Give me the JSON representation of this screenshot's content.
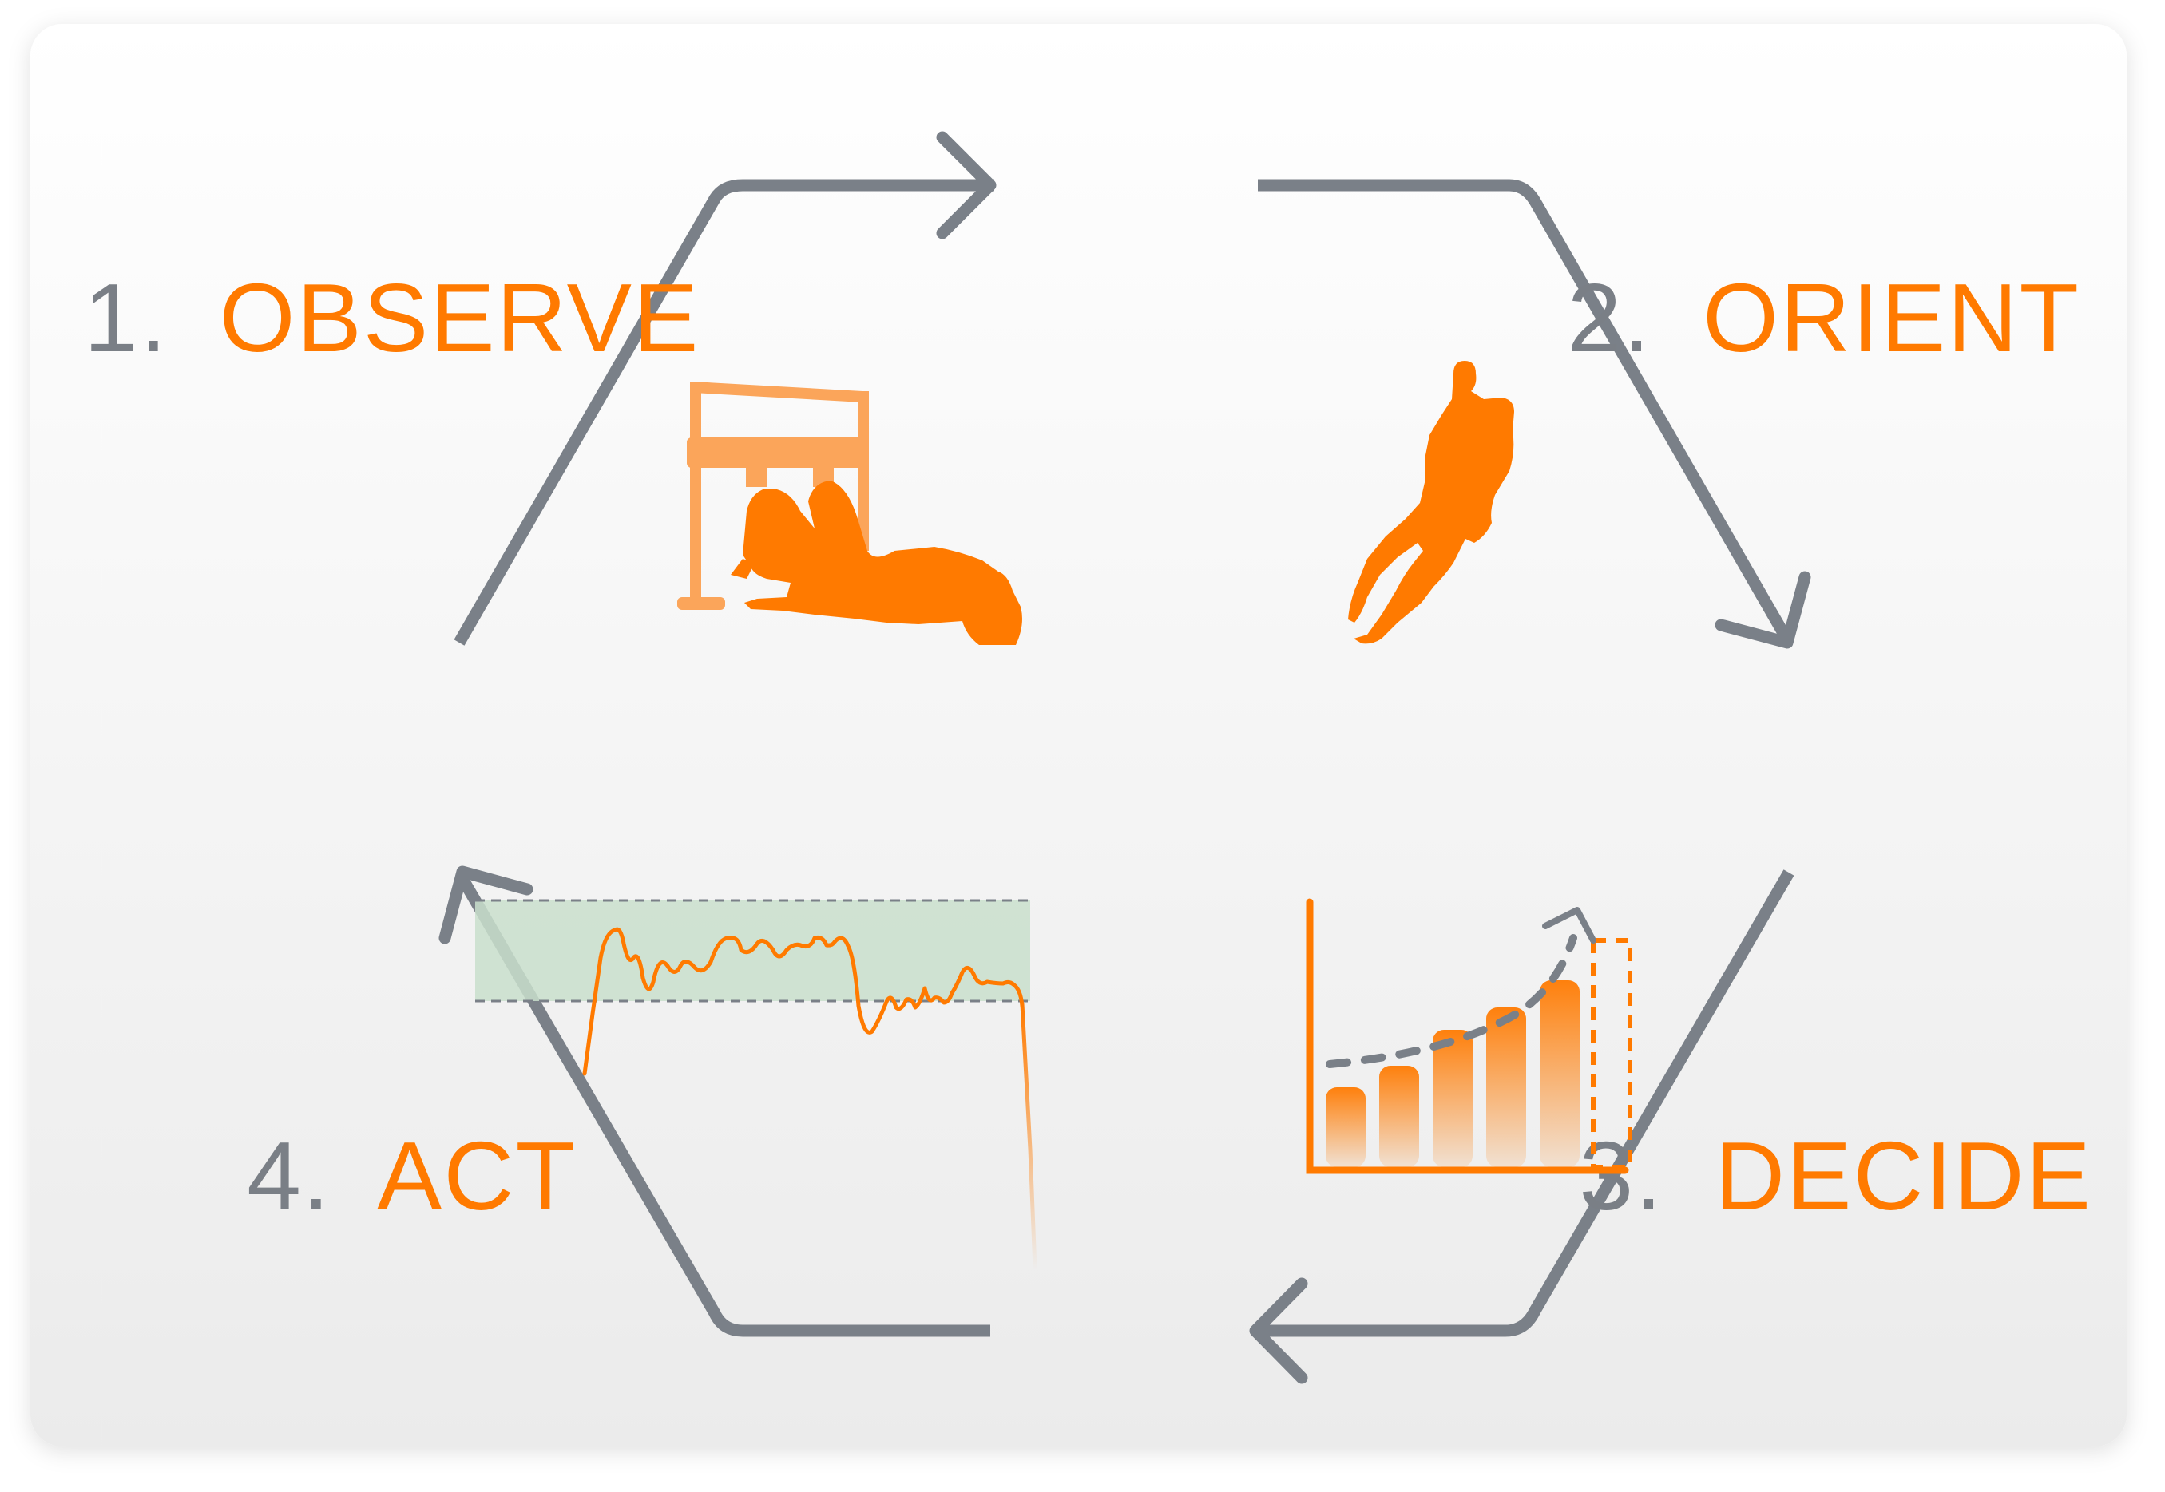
{
  "colors": {
    "accent": "#FF7A00",
    "accent_light": "#FBA55A",
    "arrow_gray": "#7A8088",
    "number_gray": "#7A7F86",
    "band_green": "#C9DFCD",
    "card_top": "#FFFFFF",
    "card_bottom": "#EBEBEB"
  },
  "steps": [
    {
      "number": "1.",
      "name": "OBSERVE",
      "icon": "person-climbing-hurdle-icon"
    },
    {
      "number": "2.",
      "name": "ORIENT",
      "icon": "person-jumping-icon"
    },
    {
      "number": "3.",
      "name": "DECIDE",
      "icon": "rising-bar-chart-icon"
    },
    {
      "number": "4.",
      "name": "ACT",
      "icon": "signal-in-band-chart-icon"
    }
  ],
  "arrows": [
    "observe-to-orient",
    "orient-to-decide",
    "decide-to-act",
    "act-to-observe"
  ]
}
